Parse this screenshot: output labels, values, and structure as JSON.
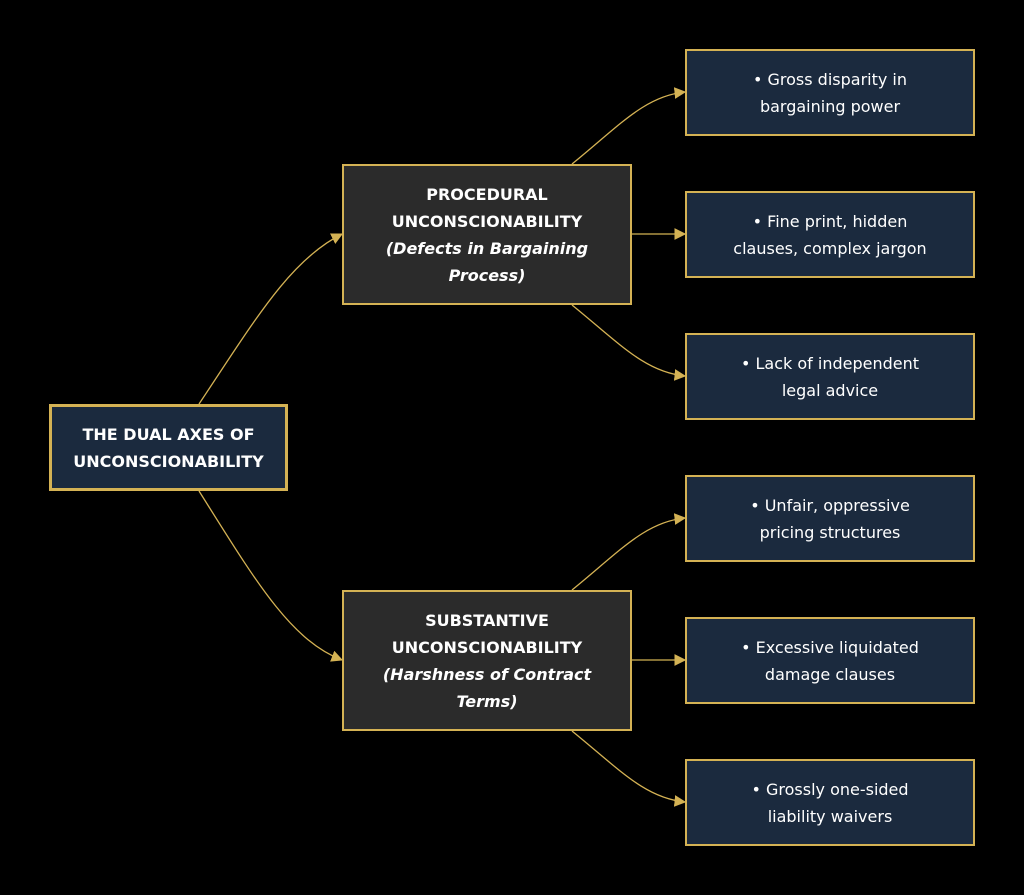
{
  "colors": {
    "background": "#000000",
    "navy_box": "#1b2a3e",
    "dark_box": "#2b2b2b",
    "gold_border": "#d4b254",
    "text": "#ffffff"
  },
  "root": {
    "label": "THE DUAL AXES OF UNCONSCIONABILITY"
  },
  "procedural": {
    "title": "PROCEDURAL UNCONSCIONABILITY",
    "subtitle": "(Defects in Bargaining Process)",
    "items": [
      "• Gross disparity in bargaining power",
      "• Fine print, hidden clauses, complex jargon",
      "• Lack of independent legal advice"
    ]
  },
  "substantive": {
    "title": "SUBSTANTIVE UNCONSCIONABILITY",
    "subtitle": "(Harshness of Contract Terms)",
    "items": [
      "• Unfair, oppressive pricing structures",
      "• Excessive liquidated damage clauses",
      "• Grossly one-sided liability waivers"
    ]
  }
}
